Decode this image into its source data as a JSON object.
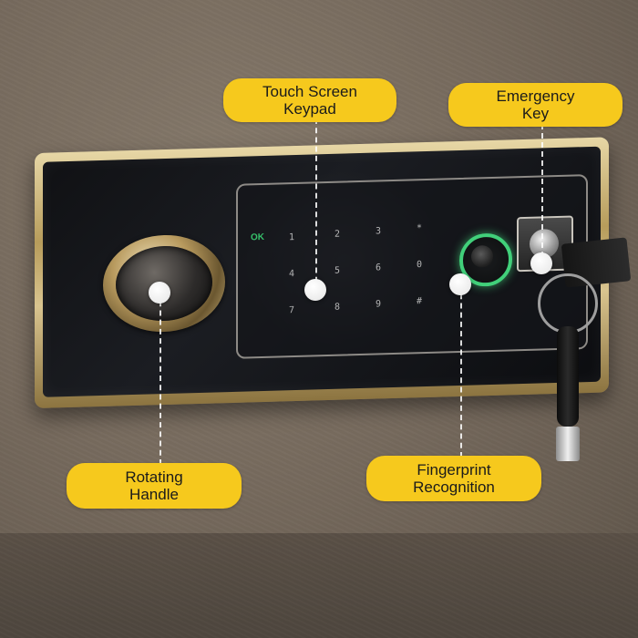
{
  "labels": {
    "keypad": "Touch Screen\nKeypad",
    "emergency_key": "Emergency\nKey",
    "handle": "Rotating\nHandle",
    "fingerprint": "Fingerprint\nRecognition"
  },
  "keypad": {
    "ok": "OK",
    "keys": [
      "1",
      "2",
      "3",
      "*",
      "4",
      "5",
      "6",
      "0",
      "7",
      "8",
      "9",
      "#"
    ]
  },
  "colors": {
    "callout_bg": "#f6c91d",
    "fingerprint_glow": "#41d07a",
    "trim": "#c9b27a"
  }
}
